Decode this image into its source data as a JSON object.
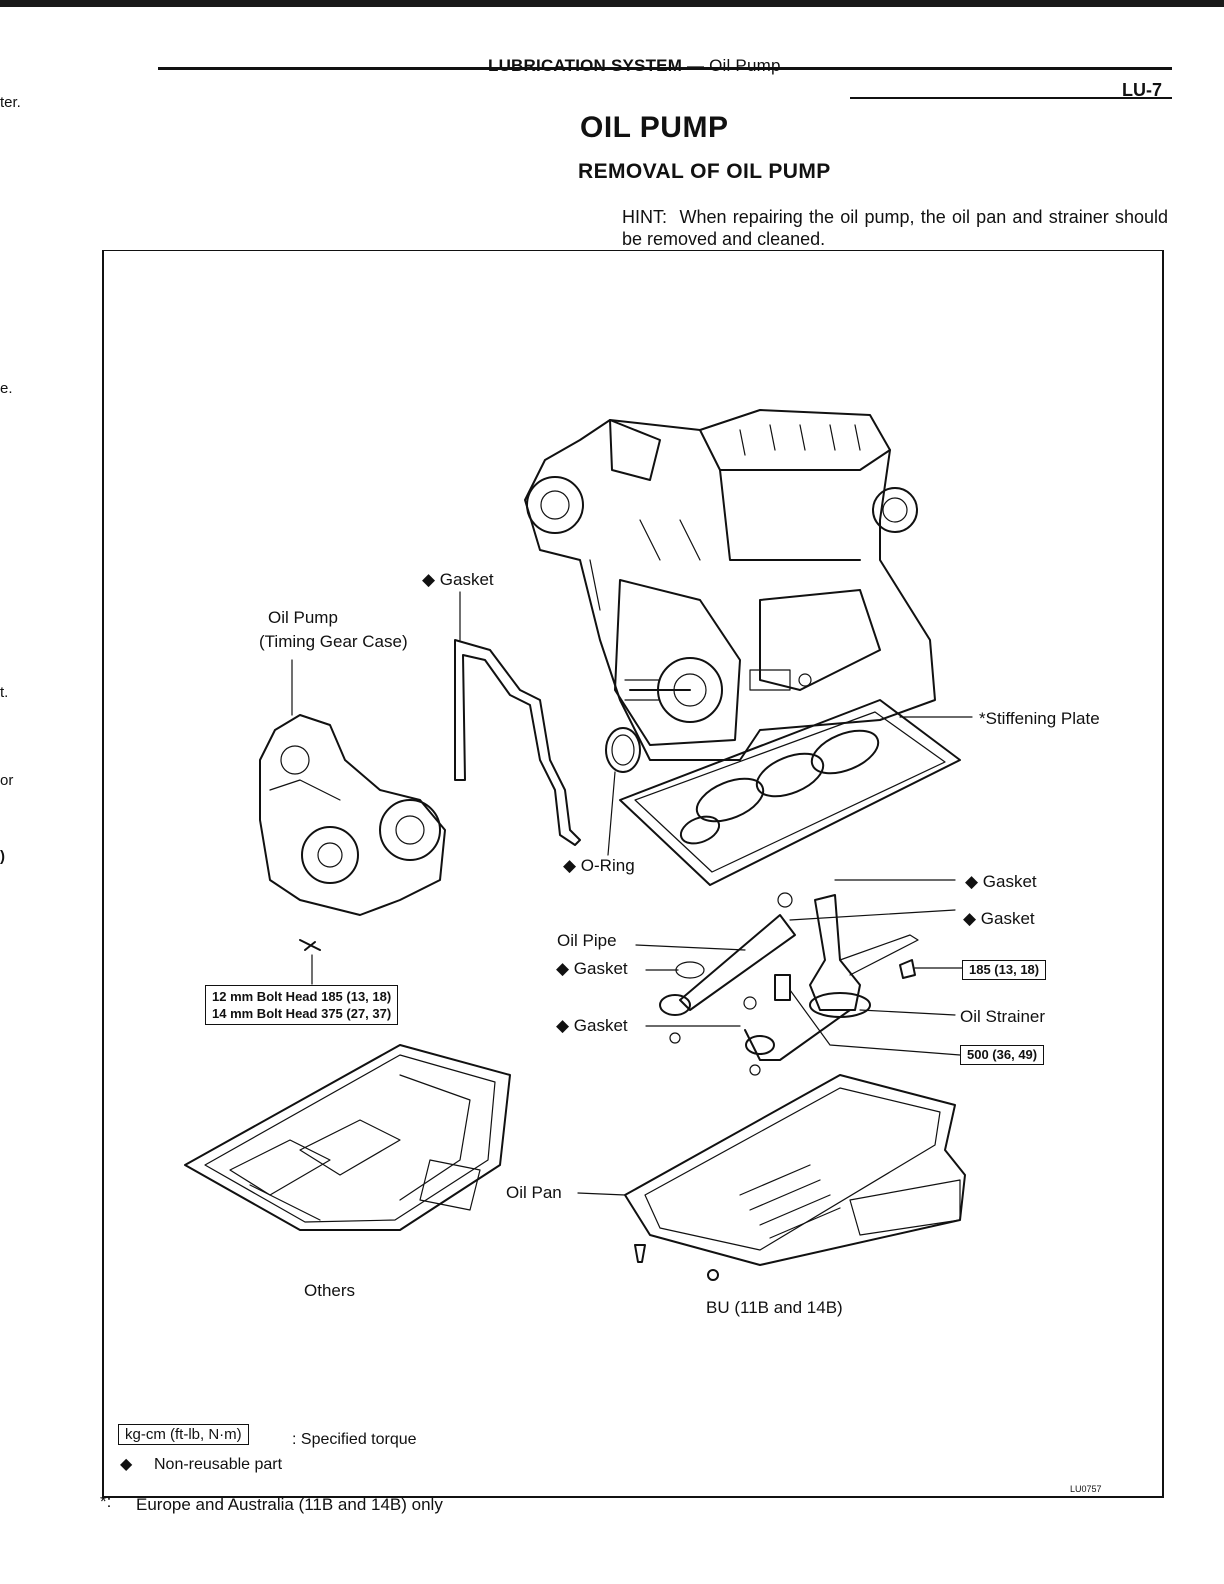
{
  "header": {
    "section": "LUBRICATION SYSTEM",
    "dash": " — ",
    "subsection": "Oil Pump",
    "page_number": "LU-7"
  },
  "title": "OIL PUMP",
  "subtitle": "REMOVAL OF OIL PUMP",
  "hint": {
    "label": "HINT:",
    "text": "When repairing the oil pump, the oil pan and strainer should be removed and cleaned."
  },
  "margin_fragments": [
    "ter.",
    "e.",
    "t.",
    "or",
    ")"
  ],
  "diagram": {
    "labels": {
      "gasket_top": "◆ Gasket",
      "oil_pump_line1": "Oil Pump",
      "oil_pump_line2": "(Timing Gear Case)",
      "stiffening_plate": "*Stiffening Plate",
      "o_ring": "◆ O-Ring",
      "gasket_right1": "◆ Gasket",
      "gasket_right2": "◆ Gasket",
      "oil_pipe": "Oil Pipe",
      "gasket_pipe": "◆ Gasket",
      "gasket_lower": "◆ Gasket",
      "oil_strainer": "Oil Strainer",
      "oil_pan": "Oil Pan",
      "others": "Others",
      "bu": "BU (11B and 14B)"
    },
    "torque_specs": {
      "bolt_12": "12 mm Bolt Head 185 (13, 18)",
      "bolt_14": "14 mm Bolt Head 375 (27, 37)",
      "strainer_bolt": "185 (13, 18)",
      "pipe_bolt": "500 (36, 49)"
    },
    "reference": "LU0757"
  },
  "legend": {
    "torque_box": "kg-cm (ft-lb, N·m)",
    "torque_text": ":  Specified torque",
    "nonreusable_symbol": "◆",
    "nonreusable_text": "Non-reusable part"
  },
  "footnote": {
    "mark": "*:",
    "text": "Europe and Australia (11B and 14B) only"
  }
}
